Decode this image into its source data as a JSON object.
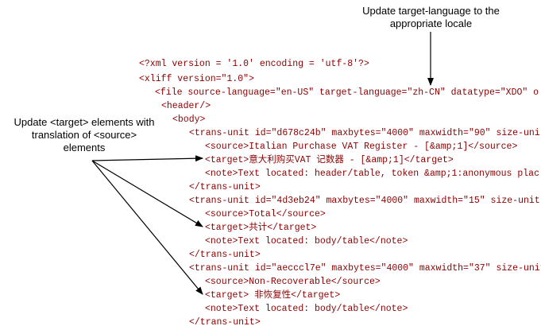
{
  "callouts": {
    "top": [
      "Update target-language to the",
      "appropriate locale"
    ],
    "left": [
      "Update <target> elements with",
      "translation of <source>",
      "elements"
    ]
  },
  "code": [
    "<?xml version = '1.0' encoding = 'utf-8'?>",
    "<xliff version=\"1.0\">",
    "<file source-language=\"en-US\" target-language=\"zh-CN\" datatype=\"XDO\" o",
    "<header/>",
    "<body>",
    "<trans-unit id=\"d678c24b\" maxbytes=\"4000\" maxwidth=\"90\" size-uni",
    "<source>Italian Purchase VAT Register - [&amp;1]</source>",
    "<target>意大利购买VAT 记数器 - [&amp;1]</target>",
    "<note>Text located: header/table, token &amp;1:anonymous plac",
    "</trans-unit>",
    "<trans-unit id=\"4d3eb24\" maxbytes=\"4000\" maxwidth=\"15\" size-unit",
    "<source>Total</source>",
    "<target>共计</target>",
    "<note>Text located: body/table</note>",
    "</trans-unit>",
    "<trans-unit id=\"aecccl7e\" maxbytes=\"4000\" maxwidth=\"37\" size-unit",
    "<source>Non-Recoverable</source>",
    "<target> 非恢复性</target>",
    "<note>Text located: body/table</note>",
    "</trans-unit>"
  ]
}
